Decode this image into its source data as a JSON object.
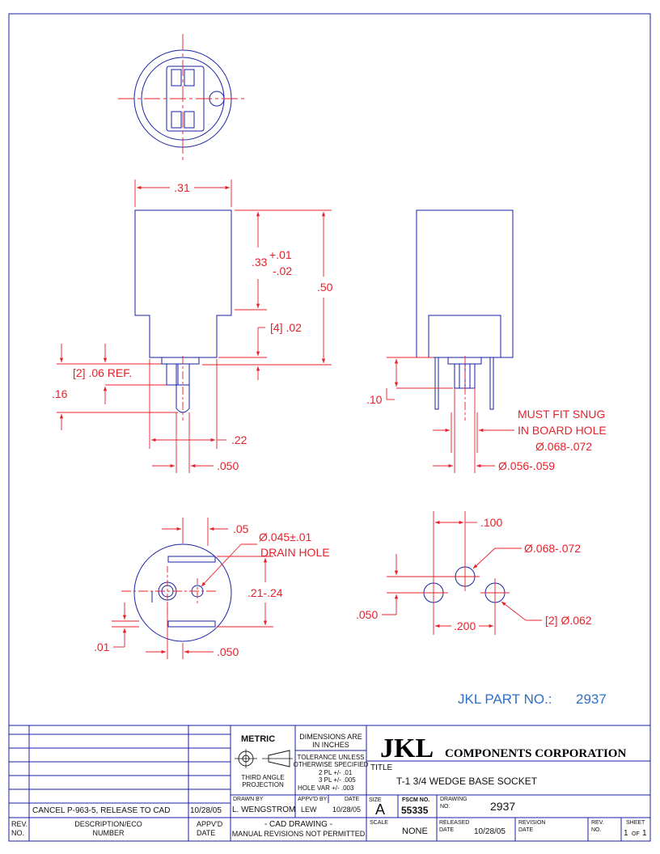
{
  "drawing": {
    "dims": {
      "w31": ".31",
      "h33": ".33",
      "tol_plus": "+.01",
      "tol_minus": "-.02",
      "h50": ".50",
      "d4_02": "[4] .02",
      "d2_06": "[2] .06 REF.",
      "d16": ".16",
      "d22": ".22",
      "d050a": ".050",
      "d10": ".10",
      "snug1": "MUST FIT SNUG",
      "snug2": "IN BOARD HOLE",
      "snug3": "Ø.068-.072",
      "d056": "Ø.056-.059",
      "d05": ".05",
      "drain1": "Ø.045±.01",
      "drain2": "DRAIN HOLE",
      "d21": ".21-.24",
      "d01": ".01",
      "d050b": ".050",
      "d100": ".100",
      "d068": "Ø.068-.072",
      "d050c": ".050",
      "d200": ".200",
      "d062": "[2]  Ø.062"
    },
    "part_no_label": "JKL PART NO.:",
    "part_no_value": "2937"
  },
  "title_block": {
    "metric": "METRIC",
    "dims_in_inches_1": "DIMENSIONS ARE",
    "dims_in_inches_2": "IN INCHES",
    "tol1": "TOLERANCE UNLESS",
    "tol2": "OTHERWISE SPECIFIED",
    "tol3": "2 PL +/-  .01",
    "tol4": "3 PL +/-  .005",
    "tol5": "HOLE VAR +/-  .003",
    "third1": "THIRD ANGLE",
    "third2": "PROJECTION",
    "logo_big": "JKL",
    "logo_rest": "COMPONENTS  CORPORATION",
    "title_label": "TITLE",
    "title_value": "T-1 3/4 WEDGE BASE SOCKET",
    "drawn_by_label": "DRAWN BY",
    "drawn_by_value": "L. WENGSTROM",
    "appvd_by_label": "APPV'D BY",
    "appvd_by_value": "LEW",
    "date_label": "DATE",
    "date_value": "10/28/05",
    "size_label": "SIZE",
    "size_value": "A",
    "fscm_label": "FSCM NO.",
    "fscm_value": "55335",
    "drawing_no_label": "DRAWING",
    "drawing_no_label2": "NO.",
    "drawing_no_value": "2937",
    "cad1": "- CAD DRAWING -",
    "cad2": "MANUAL REVISIONS NOT PERMITTED",
    "scale_label": "SCALE",
    "scale_value": "NONE",
    "released_label": "RELEASED",
    "released_date_label": "DATE",
    "released_date_value": "10/28/05",
    "revision_label": "REVISION",
    "revision_date_label": "DATE",
    "rev_label": "REV.",
    "rev_label2": "NO.",
    "sheet_label": "SHEET",
    "sheet_num": "1",
    "sheet_of": "OF",
    "sheet_total": "1",
    "rev_row_desc": "CANCEL P-963-5, RELEASE TO CAD",
    "rev_row_date": "10/28/05",
    "col_rev": "REV.",
    "col_rev2": "NO.",
    "col_desc": "DESCRIPTION/ECO",
    "col_desc2": "NUMBER",
    "col_appvd": "APPV'D",
    "col_appvd2": "DATE"
  }
}
